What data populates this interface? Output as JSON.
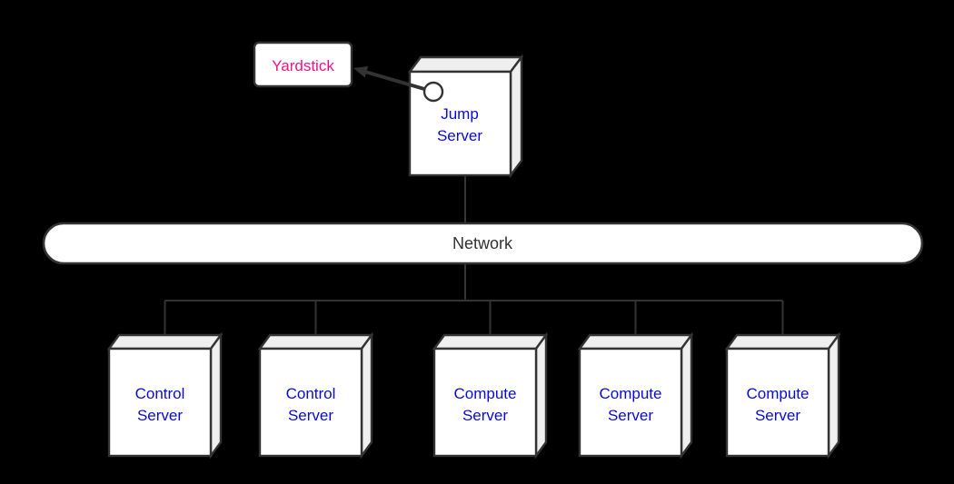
{
  "colors": {
    "background": "#000000",
    "box_fill": "#ffffff",
    "box_side_fill": "#efefef",
    "border": "#333333",
    "label_blue": "#0b0bd8",
    "yardstick_pink": "#f2128a",
    "network_text": "#333333"
  },
  "nodes": {
    "yardstick": {
      "label": "Yardstick"
    },
    "jump_server": {
      "lines": [
        "Jump",
        "Server"
      ]
    },
    "network": {
      "label": "Network"
    },
    "servers": [
      {
        "lines": [
          "Control",
          "Server"
        ]
      },
      {
        "lines": [
          "Control",
          "Server"
        ]
      },
      {
        "lines": [
          "Compute",
          "Server"
        ]
      },
      {
        "lines": [
          "Compute",
          "Server"
        ]
      },
      {
        "lines": [
          "Compute",
          "Server"
        ]
      }
    ]
  }
}
